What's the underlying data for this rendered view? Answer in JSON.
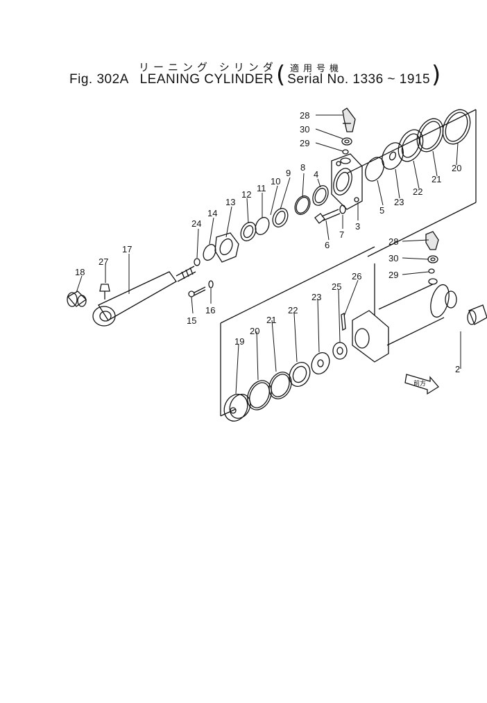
{
  "title": {
    "fig": "Fig. 302A",
    "name": "LEANING CYLINDER",
    "serial": "Serial No. 1336 ~ 1915",
    "jp_name": "リーニング シリンダ",
    "jp_serial": "適用号機"
  },
  "front_marker": "前方",
  "callouts": [
    {
      "id": "c28a",
      "text": "28"
    },
    {
      "id": "c30a",
      "text": "30"
    },
    {
      "id": "c29a",
      "text": "29"
    },
    {
      "id": "c4",
      "text": "4"
    },
    {
      "id": "c8",
      "text": "8"
    },
    {
      "id": "c9",
      "text": "9"
    },
    {
      "id": "c10",
      "text": "10"
    },
    {
      "id": "c11",
      "text": "11"
    },
    {
      "id": "c12",
      "text": "12"
    },
    {
      "id": "c13",
      "text": "13"
    },
    {
      "id": "c14",
      "text": "14"
    },
    {
      "id": "c24",
      "text": "24"
    },
    {
      "id": "c17",
      "text": "17"
    },
    {
      "id": "c27",
      "text": "27"
    },
    {
      "id": "c18",
      "text": "18"
    },
    {
      "id": "c15",
      "text": "15"
    },
    {
      "id": "c16",
      "text": "16"
    },
    {
      "id": "c6",
      "text": "6"
    },
    {
      "id": "c7",
      "text": "7"
    },
    {
      "id": "c3",
      "text": "3"
    },
    {
      "id": "c5",
      "text": "5"
    },
    {
      "id": "c23a",
      "text": "23"
    },
    {
      "id": "c22a",
      "text": "22"
    },
    {
      "id": "c21a",
      "text": "21"
    },
    {
      "id": "c20a",
      "text": "20"
    },
    {
      "id": "c28b",
      "text": "28"
    },
    {
      "id": "c30b",
      "text": "30"
    },
    {
      "id": "c29b",
      "text": "29"
    },
    {
      "id": "c26",
      "text": "26"
    },
    {
      "id": "c25",
      "text": "25"
    },
    {
      "id": "c23b",
      "text": "23"
    },
    {
      "id": "c22b",
      "text": "22"
    },
    {
      "id": "c21b",
      "text": "21"
    },
    {
      "id": "c20b",
      "text": "20"
    },
    {
      "id": "c19",
      "text": "19"
    },
    {
      "id": "c2",
      "text": "2"
    }
  ]
}
